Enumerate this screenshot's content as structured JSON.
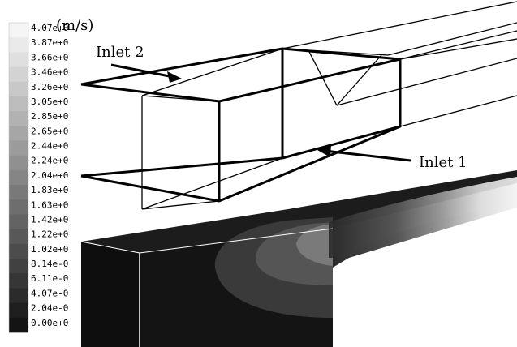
{
  "legend": {
    "unit": "(m/s)",
    "ticks": [
      "4.07e+0",
      "3.87e+0",
      "3.66e+0",
      "3.46e+0",
      "3.26e+0",
      "3.05e+0",
      "2.85e+0",
      "2.65e+0",
      "2.44e+0",
      "2.24e+0",
      "2.04e+0",
      "1.83e+0",
      "1.63e+0",
      "1.42e+0",
      "1.22e+0",
      "1.02e+0",
      "8.14e-0",
      "6.11e-0",
      "4.07e-0",
      "2.04e-0",
      "0.00e+0"
    ]
  },
  "annotations": {
    "inlet2": "Inlet 2",
    "inlet1": "Inlet 1"
  },
  "colors": {
    "lowest": "#111111",
    "highest": "#f5f5f5",
    "wire": "#000000"
  }
}
